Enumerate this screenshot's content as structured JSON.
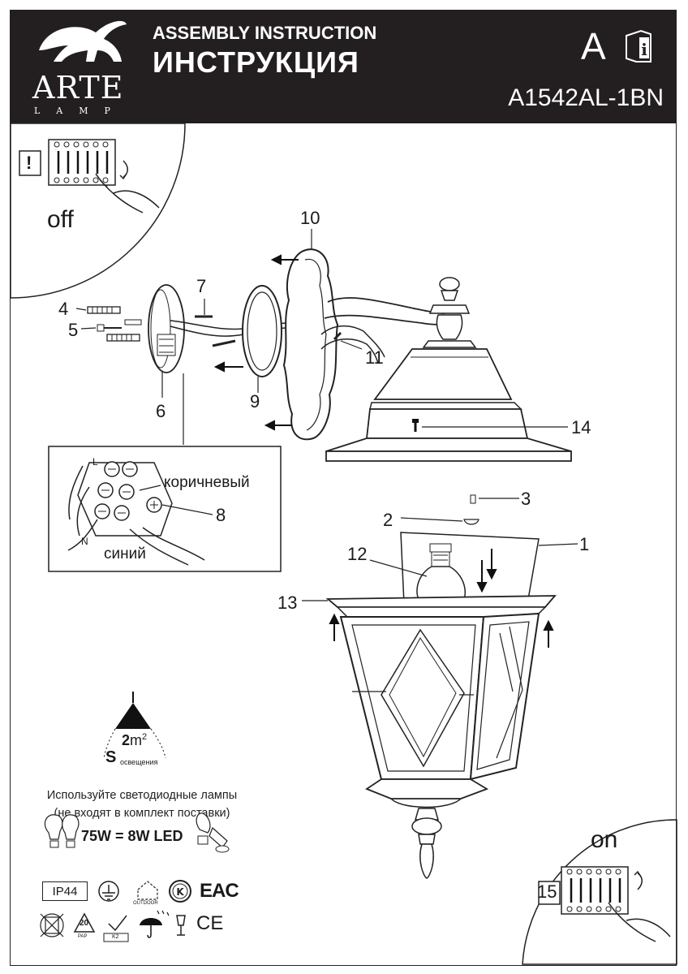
{
  "header": {
    "brand_name": "ARTE",
    "brand_sub": "LAMP",
    "title_en": "ASSEMBLY INSTRUCTION",
    "title_ru": "ИНСТРУКЦИЯ",
    "doc_letter": "A",
    "model": "A1542AL-1BN"
  },
  "steps": {
    "off_label": "off",
    "on_label": "on",
    "warning_mark": "!"
  },
  "parts": {
    "p1": "1",
    "p2": "2",
    "p3": "3",
    "p4": "4",
    "p5": "5",
    "p6": "6",
    "p7": "7",
    "p8": "8",
    "p9": "9",
    "p10": "10",
    "p11": "11",
    "p12": "12",
    "p13": "13",
    "p14": "14",
    "p15": "15"
  },
  "wiring": {
    "brown": "коричневый",
    "blue": "синий",
    "L": "L",
    "N": "N"
  },
  "area": {
    "value": "2",
    "unit": "m",
    "sup": "2",
    "s_letter": "S",
    "s_sub": "освещения"
  },
  "lamp_note": {
    "line1": "Используйте светодиодные лампы",
    "line2": "(не входят в комплект поставки)",
    "equivalence": "75W = 8W LED"
  },
  "certifications": {
    "ip": "IP44",
    "outdoor": "OUTDOOR",
    "eac": "EAC",
    "ce": "CE",
    "recycle_num": "20",
    "recycle_txt": "PAP",
    "k2": "K2"
  }
}
